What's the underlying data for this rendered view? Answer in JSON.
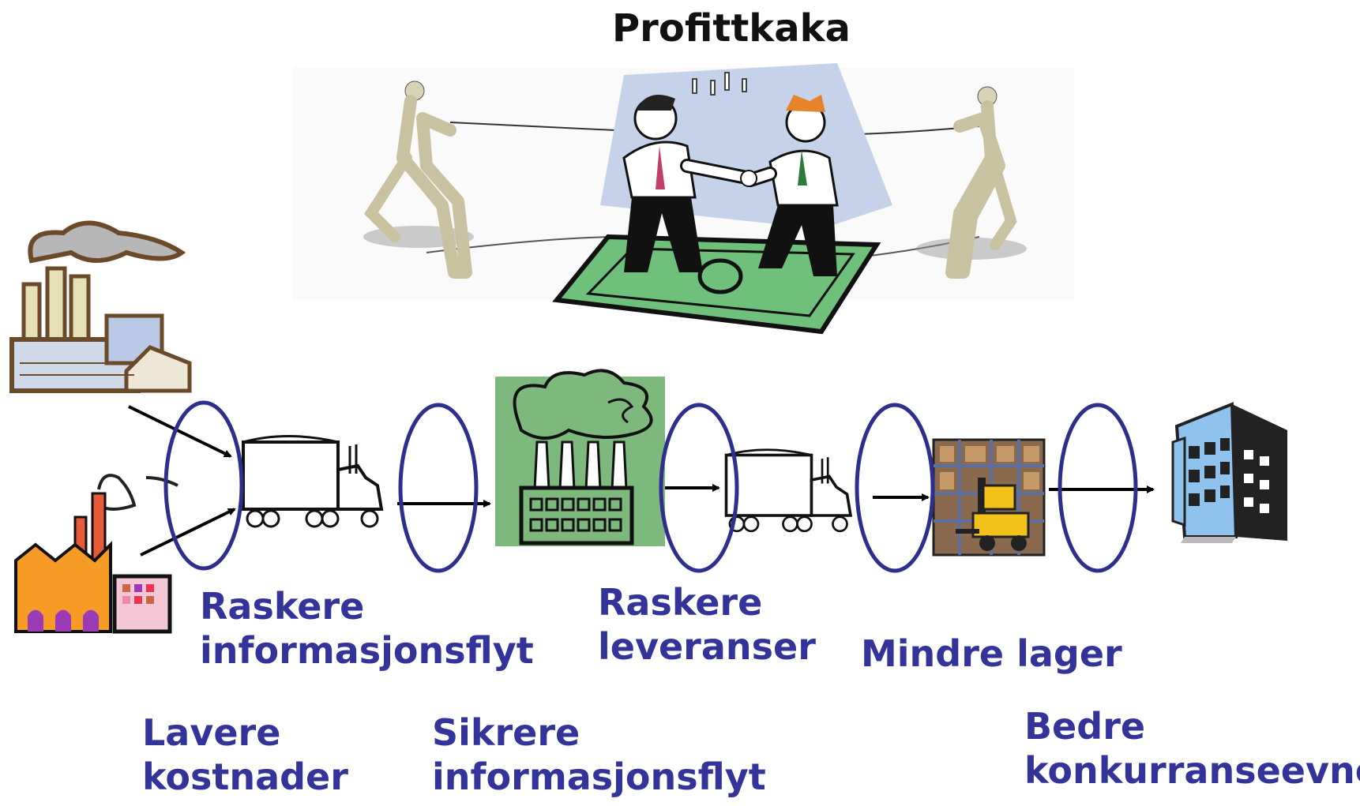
{
  "title": "Profittkaka",
  "labels": {
    "raskere_info": [
      "Raskere",
      "informasjonsflyt"
    ],
    "lavere_kostnader": [
      "Lavere",
      "kostnader"
    ],
    "sikrere_info": [
      "Sikrere",
      "informasjonsflyt"
    ],
    "raskere_lev": [
      "Raskere",
      "leveranser"
    ],
    "mindre_lager": [
      "Mindre lager"
    ],
    "bedre_konk": [
      "Bedre",
      "konkurranseevne"
    ]
  },
  "colors": {
    "label_text": "#33339a",
    "ellipse_stroke": "#2e2e8c",
    "green_box": "#7db87d",
    "building_blue": "#8fc2ec"
  },
  "icons": [
    "factory-top-icon",
    "factory-bottom-icon",
    "truck-icon",
    "factory-green-icon",
    "warehouse-forklift-icon",
    "office-building-icon",
    "businessmen-handshake-icon",
    "tug-of-war-figure-icon"
  ]
}
